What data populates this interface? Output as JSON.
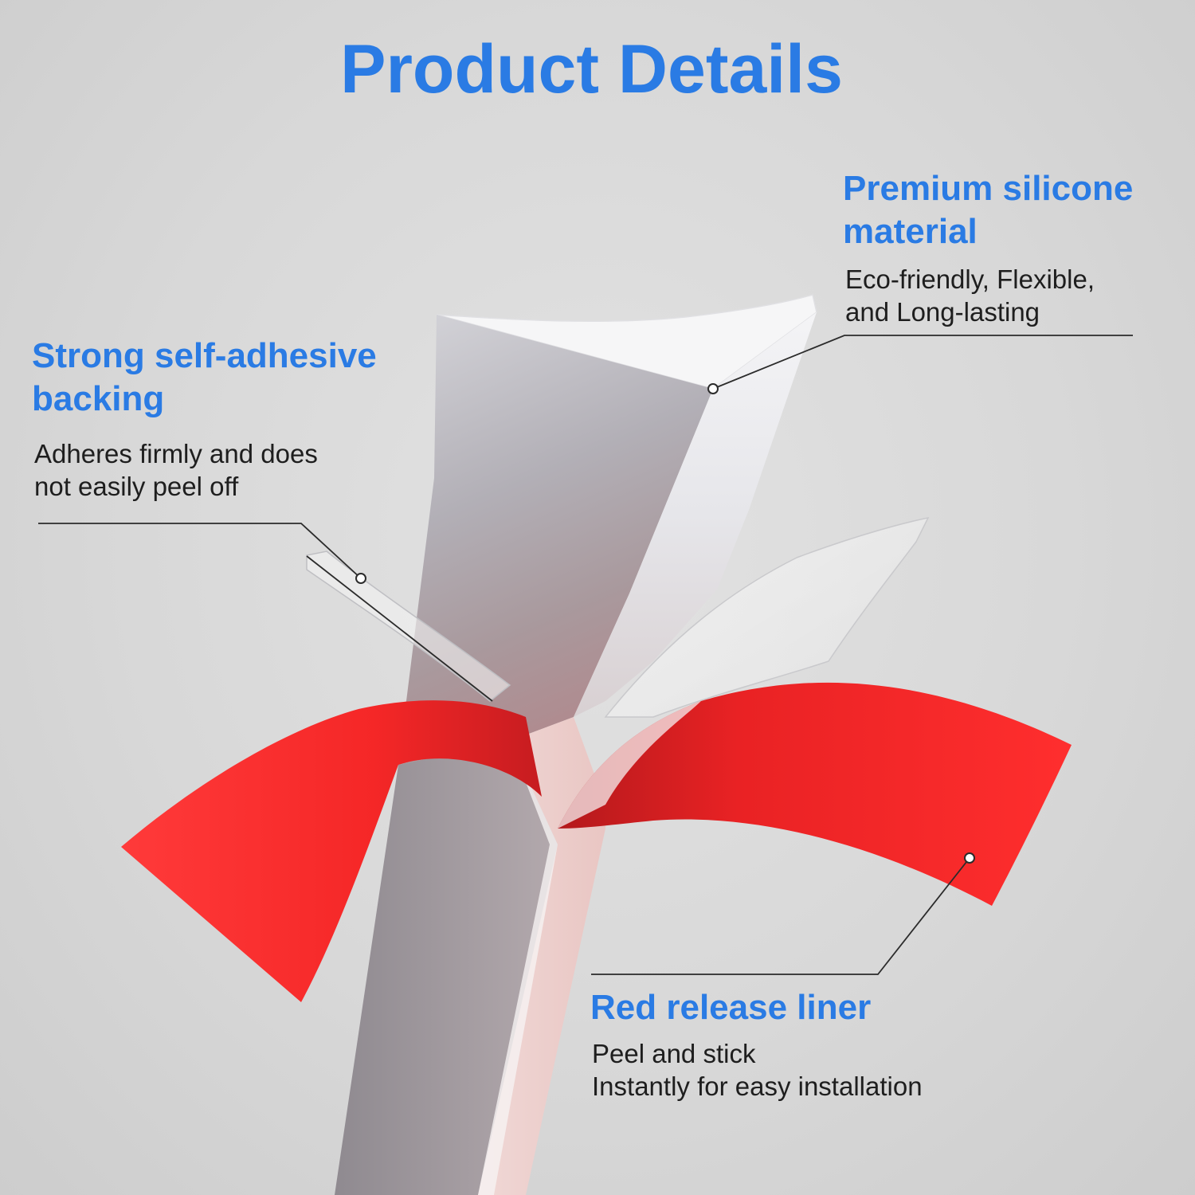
{
  "title": "Product Details",
  "colors": {
    "accent_blue": "#2a7be4",
    "liner_red": "#f72a2a",
    "text_dark": "#1e1e1e",
    "background": "#d9d9d9"
  },
  "callouts": {
    "material": {
      "heading": [
        "Premium silicone",
        "material"
      ],
      "body": [
        "Eco-friendly, Flexible,",
        "and Long-lasting"
      ]
    },
    "adhesive": {
      "heading": [
        "Strong self-adhesive",
        "backing"
      ],
      "body": [
        "Adheres firmly and does",
        "not easily peel off"
      ]
    },
    "liner": {
      "heading": [
        "Red release liner"
      ],
      "body": [
        "Peel and stick",
        "Instantly for easy installation"
      ]
    }
  }
}
